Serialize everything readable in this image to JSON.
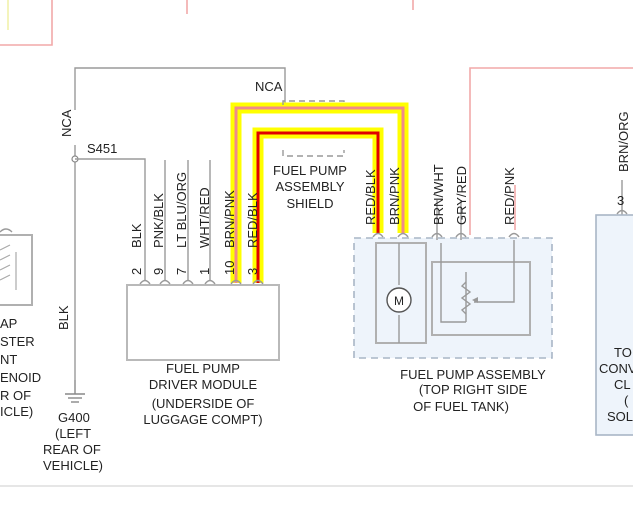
{
  "colors": {
    "highlight_yellow": "#ffff00",
    "highlight_red": "#e00000",
    "highlight_pink": "#f08a8a",
    "wire_gray": "#9a9a9a",
    "wire_pink": "#f2a9a9",
    "assembly_fill": "#eef4fb"
  },
  "top_left": {
    "nca_label": "NCA",
    "splice_label": "S451",
    "blk_label": "BLK",
    "ground_label": "G400",
    "ground_loc_1": "(LEFT",
    "ground_loc_2": "REAR OF",
    "ground_loc_3": "VEHICLE)"
  },
  "left_partial": {
    "lines": [
      "AP",
      "STER",
      "NT",
      "ENOID",
      "R OF",
      "ICLE)"
    ]
  },
  "shield": {
    "nca_label": "NCA",
    "line1": "FUEL PUMP",
    "line2": "ASSEMBLY",
    "line3": "SHIELD"
  },
  "driver_module": {
    "wires": [
      {
        "color": "BLK",
        "pin": "2"
      },
      {
        "color": "PNK/BLK",
        "pin": "9"
      },
      {
        "color": "LT BLU/ORG",
        "pin": "7"
      },
      {
        "color": "WHT/RED",
        "pin": "1"
      },
      {
        "color": "BRN/PNK",
        "pin": "10"
      },
      {
        "color": "RED/BLK",
        "pin": "3"
      }
    ],
    "line1": "FUEL PUMP",
    "line2": "DRIVER MODULE",
    "line3": "(UNDERSIDE OF",
    "line4": "LUGGAGE COMPT)"
  },
  "pump_assembly": {
    "wires": [
      "RED/BLK",
      "BRN/PNK",
      "BRN/WHT",
      "GRY/RED",
      "RED/PNK"
    ],
    "motor_symbol": "M",
    "line1": "FUEL PUMP ASSEMBLY",
    "line2": "(TOP RIGHT SIDE",
    "line3": "OF FUEL TANK)"
  },
  "right_partial": {
    "wire": "BRN/ORG",
    "pin": "3",
    "lines": [
      "TO",
      "CONV",
      "CL",
      "(",
      "SOL"
    ]
  }
}
